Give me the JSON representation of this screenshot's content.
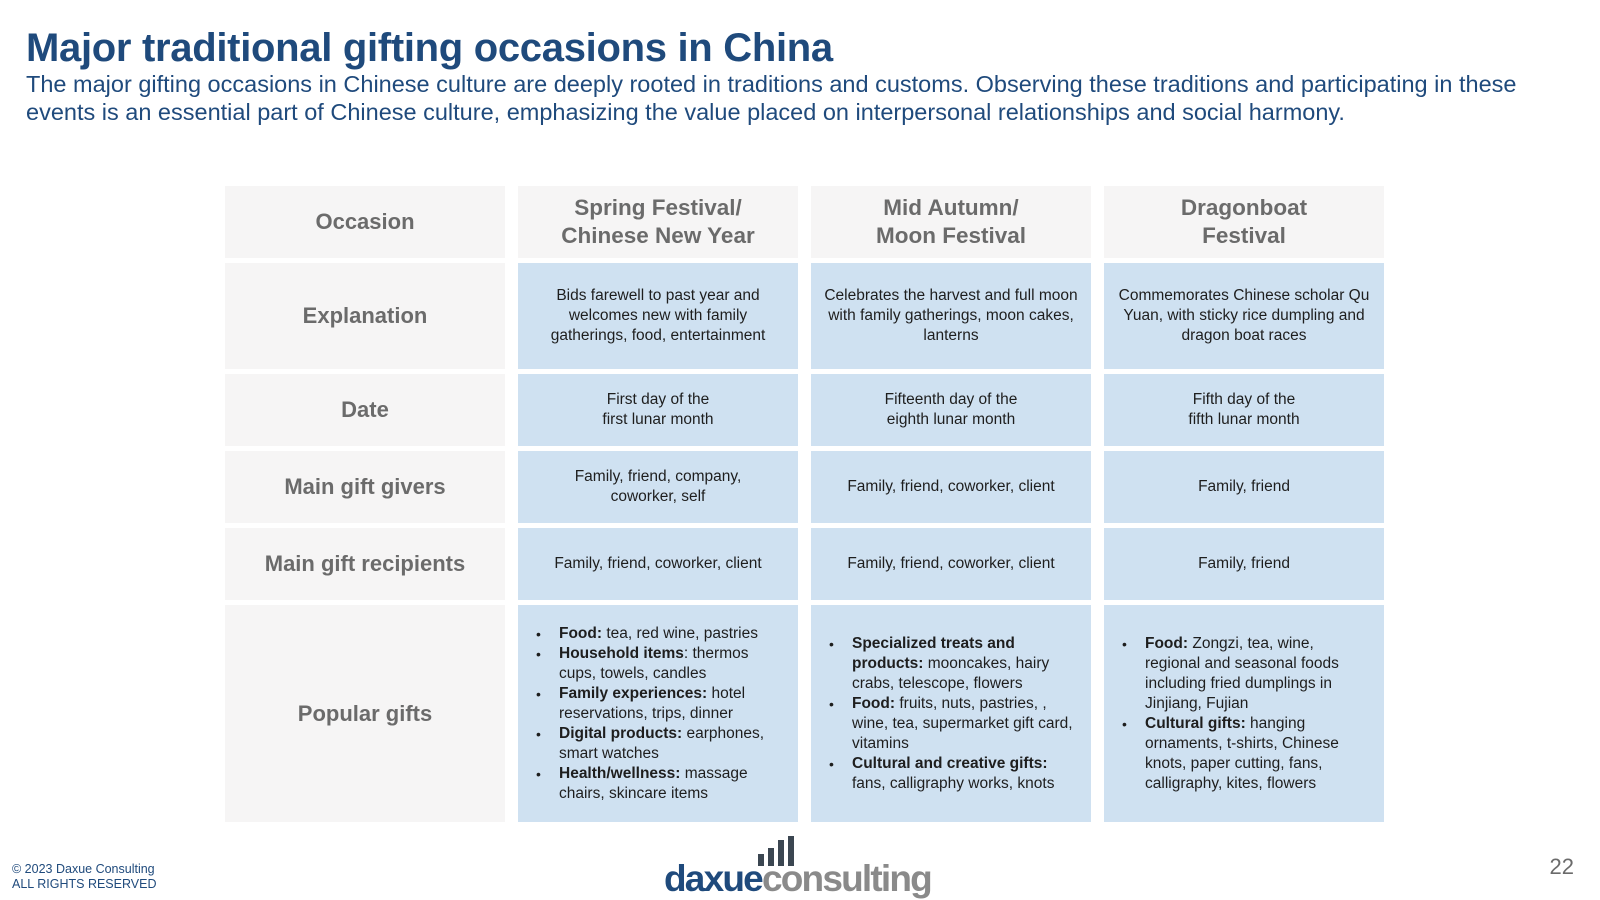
{
  "title": "Major traditional gifting occasions in China",
  "subtitle": "The major gifting occasions in Chinese culture are deeply rooted in traditions and customs. Observing these traditions and participating in these events is an essential part of Chinese culture, emphasizing the value placed on interpersonal relationships and social harmony.",
  "table": {
    "corner_label": "Occasion",
    "columns": [
      {
        "line1": "Spring Festival/",
        "line2": "Chinese New Year"
      },
      {
        "line1": "Mid Autumn/",
        "line2": "Moon Festival"
      },
      {
        "line1": "Dragonboat",
        "line2": "Festival"
      }
    ],
    "row_labels": [
      "Explanation",
      "Date",
      "Main gift givers",
      "Main gift recipients",
      "Popular gifts"
    ],
    "explanation": [
      "Bids farewell to past year and welcomes new with family gatherings, food, entertainment",
      "Celebrates the harvest and full moon with family gatherings, moon cakes, lanterns",
      "Commemorates Chinese scholar Qu Yuan, with sticky rice dumpling and dragon boat races"
    ],
    "date": [
      {
        "line1": "First day of the",
        "line2": "first lunar month"
      },
      {
        "line1": "Fifteenth day of the",
        "line2": "eighth lunar month"
      },
      {
        "line1": "Fifth day of the",
        "line2": "fifth lunar month"
      }
    ],
    "givers": [
      "Family, friend, company, coworker, self",
      "Family, friend, coworker, client",
      "Family, friend"
    ],
    "recipients": [
      "Family, friend, coworker, client",
      "Family, friend, coworker, client",
      "Family, friend"
    ],
    "gifts": [
      [
        {
          "bold": "Food:",
          "text": " tea, red wine, pastries"
        },
        {
          "bold": "Household items",
          "text": ": thermos cups, towels, candles"
        },
        {
          "bold": "Family experiences:",
          "text": " hotel reservations, trips, dinner"
        },
        {
          "bold": "Digital products:",
          "text": " earphones, smart watches"
        },
        {
          "bold": "Health/wellness:",
          "text": " massage chairs, skincare items"
        }
      ],
      [
        {
          "bold": "Specialized treats and products:",
          "text": " mooncakes, hairy crabs, telescope, flowers"
        },
        {
          "bold": "Food:",
          "text": " fruits, nuts, pastries, , wine, tea, supermarket gift card, vitamins"
        },
        {
          "bold": "Cultural and creative gifts:",
          "text": " fans, calligraphy works, knots"
        }
      ],
      [
        {
          "bold": "Food:",
          "text": " Zongzi, tea, wine, regional and seasonal foods including fried dumplings in Jinjiang, Fujian"
        },
        {
          "bold": "Cultural gifts:",
          "text": " hanging ornaments, t-shirts, Chinese knots, paper cutting, fans, calligraphy, kites, flowers"
        }
      ]
    ]
  },
  "footer": {
    "copyright": "© 2023 Daxue Consulting",
    "rights": "ALL RIGHTS RESERVED",
    "logo_part1": "daxue",
    "logo_part2": "consulting",
    "page_number": "22"
  },
  "colors": {
    "title": "#1f4a7c",
    "label_bg": "#f6f5f5",
    "value_bg": "#cfe1f1",
    "label_text": "#6b6b6b"
  }
}
